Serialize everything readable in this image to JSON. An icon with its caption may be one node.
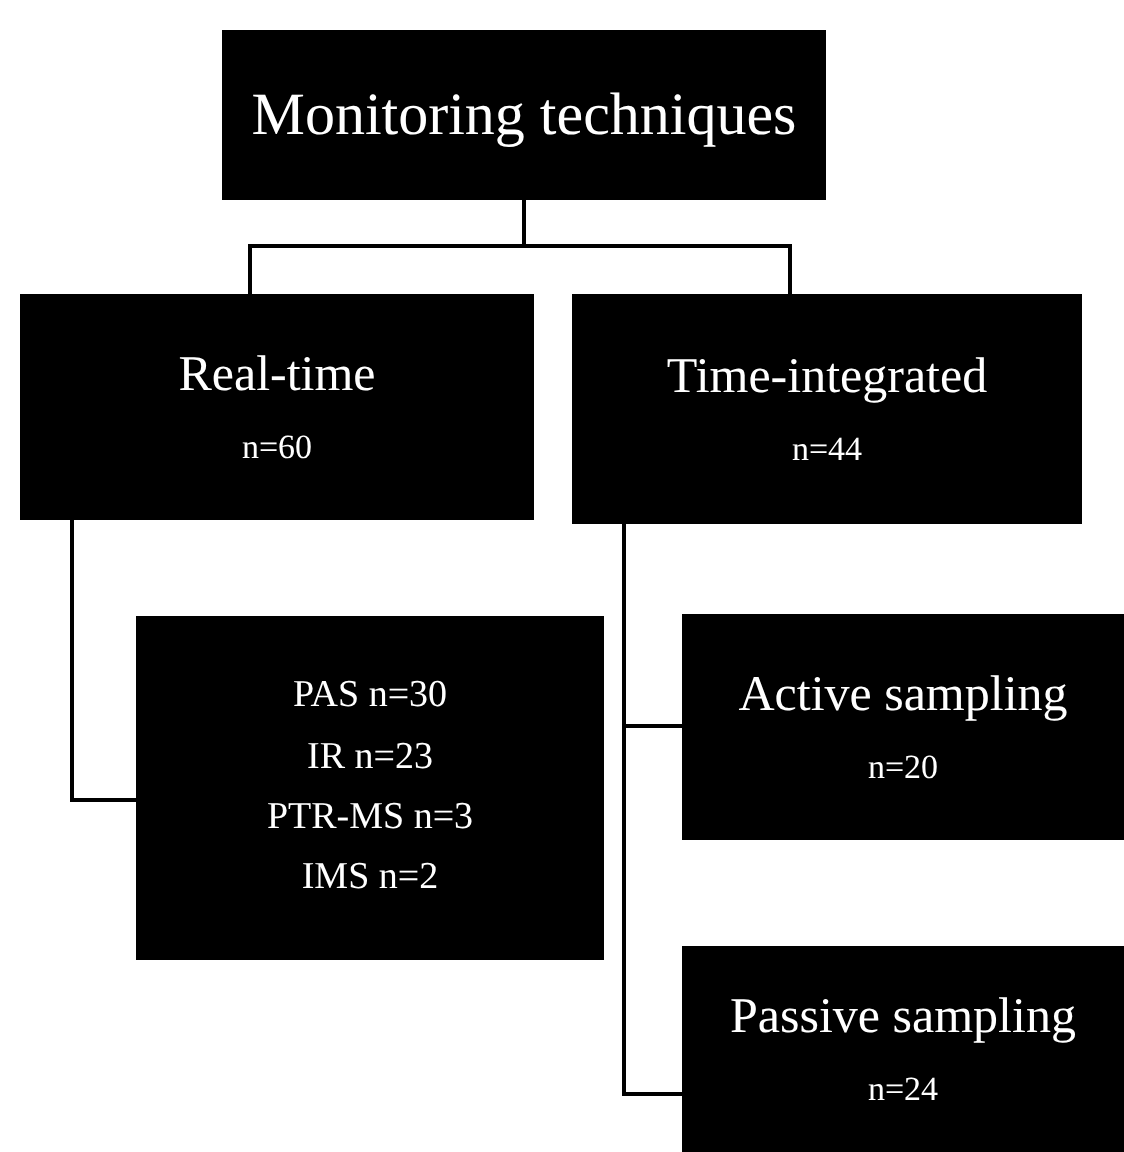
{
  "diagram": {
    "nodes": [
      {
        "text": [
          "Monitoring techniques"
        ]
      },
      {
        "text": [
          "Real-time",
          "n=60"
        ]
      },
      {
        "text": [
          "Time-integrated",
          "n=44"
        ]
      },
      {
        "text": [
          "PAS n=30",
          "IR n=23",
          "PTR-MS n=3",
          "IMS n=2"
        ]
      },
      {
        "text": [
          "Active sampling",
          "n=20"
        ]
      },
      {
        "text": [
          "Passive sampling",
          "n=24"
        ]
      }
    ],
    "edges": [
      {
        "from": 0,
        "to": 1,
        "arrow": "none"
      },
      {
        "from": 0,
        "to": 2,
        "arrow": "none"
      },
      {
        "from": 1,
        "to": 3,
        "arrow": "none"
      },
      {
        "from": 2,
        "to": 4,
        "arrow": "none"
      },
      {
        "from": 2,
        "to": 5,
        "arrow": "none"
      }
    ]
  }
}
